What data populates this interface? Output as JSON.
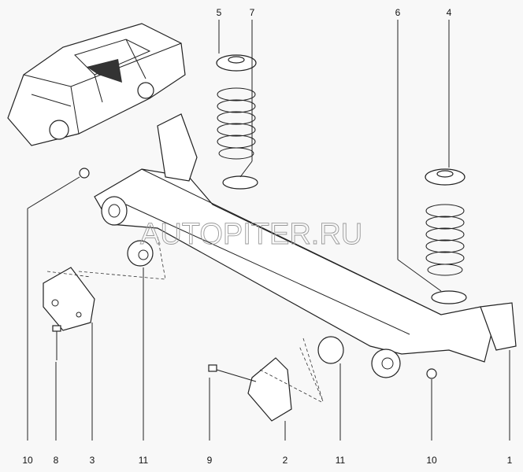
{
  "watermark": "AUTOPITER.RU",
  "callouts_top": [
    "5",
    "7",
    "6",
    "4"
  ],
  "callouts_bottom": [
    "10",
    "8",
    "3",
    "11",
    "9",
    "2",
    "11",
    "10",
    "1"
  ]
}
